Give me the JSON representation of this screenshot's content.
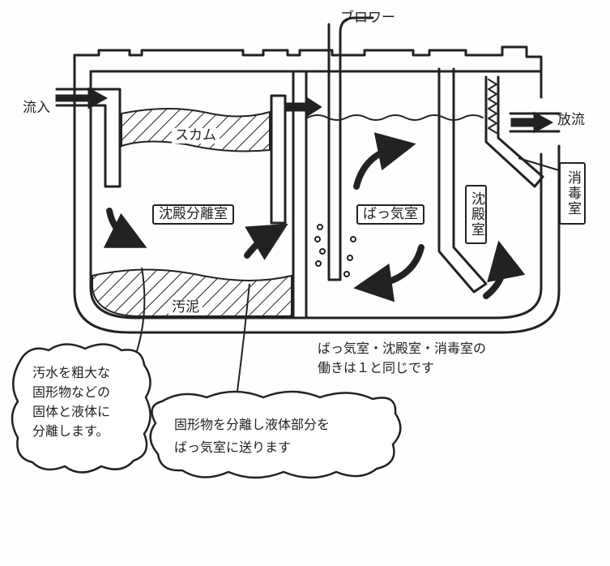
{
  "labels": {
    "inflow": "流入",
    "blower": "ブロワー",
    "scum": "スカム",
    "sedimentation_separation_chamber": "沈殿分離室",
    "sludge": "汚泥",
    "aeration_chamber": "ばっ気室",
    "sedimentation_chamber": "沈殿室",
    "discharge": "放流",
    "disinfection_chamber": "消毒室"
  },
  "notes": {
    "chambers_same": [
      "ばっ気室・沈殿室・消毒室の",
      "働きは１と同じです"
    ],
    "bubble_left": [
      "汚水を粗大な",
      "固形物などの",
      "固体と液体に",
      "分離します。"
    ],
    "bubble_right": [
      "固形物を分離し液体部分を",
      "ばっ気室に送ります"
    ]
  }
}
